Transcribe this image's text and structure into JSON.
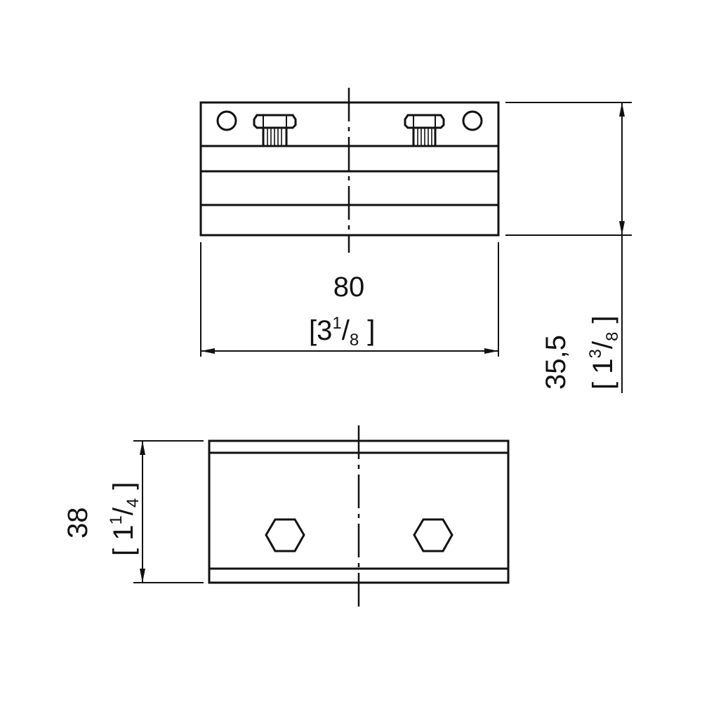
{
  "colors": {
    "line": "#111111",
    "background": "#ffffff"
  },
  "top_view": {
    "width_dim": {
      "metric": "80",
      "bracket_open": "[3",
      "frac_num": "1",
      "frac_slash": "/",
      "frac_den": "8",
      "bracket_close": "]"
    },
    "height_dim": {
      "metric": "35,5",
      "bracket_open": "[ 1",
      "frac_num": "3",
      "frac_slash": "/",
      "frac_den": "8",
      "bracket_close": "]"
    }
  },
  "bottom_view": {
    "height_dim": {
      "metric": "38",
      "bracket_open": "[ 1",
      "frac_num": "1",
      "frac_slash": "/",
      "frac_den": "4",
      "bracket_close": "]"
    }
  }
}
